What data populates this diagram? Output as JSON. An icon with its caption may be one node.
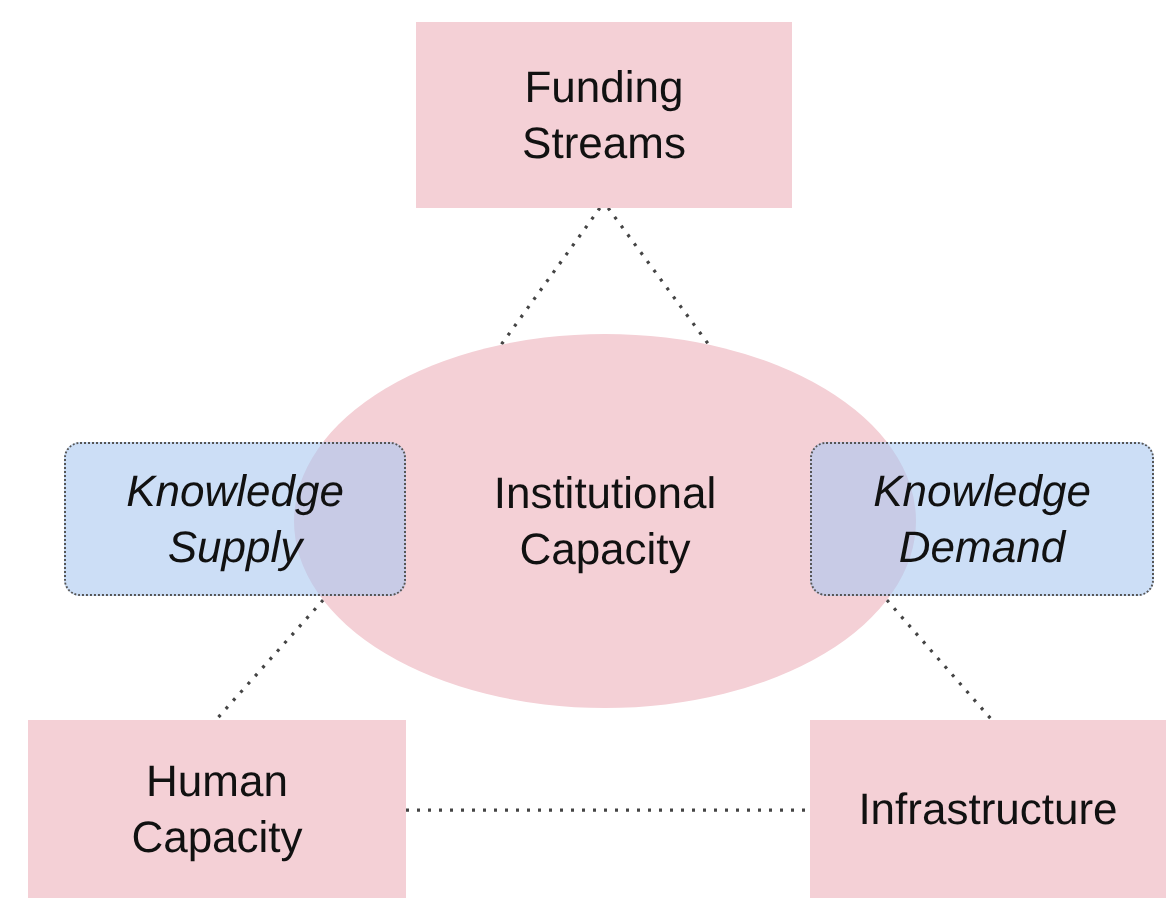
{
  "diagram": {
    "nodes": [
      {
        "text": [
          "Funding Streams"
        ]
      },
      {
        "text": [
          "Knowledge Supply"
        ]
      },
      {
        "text": [
          "Institutional Capacity"
        ]
      },
      {
        "text": [
          "Knowledge Demand"
        ]
      },
      {
        "text": [
          "Human Capacity"
        ]
      },
      {
        "text": [
          "Infrastructure"
        ]
      }
    ],
    "edges": [
      {
        "from": 0,
        "to": 2,
        "arrow": "none",
        "style": "dashed"
      },
      {
        "from": 0,
        "to": 2,
        "arrow": "none",
        "style": "dashed"
      },
      {
        "from": 2,
        "to": 4,
        "arrow": "none",
        "style": "dashed"
      },
      {
        "from": 2,
        "to": 5,
        "arrow": "none",
        "style": "dashed"
      },
      {
        "from": 4,
        "to": 5,
        "arrow": "none",
        "style": "dashed"
      }
    ]
  }
}
